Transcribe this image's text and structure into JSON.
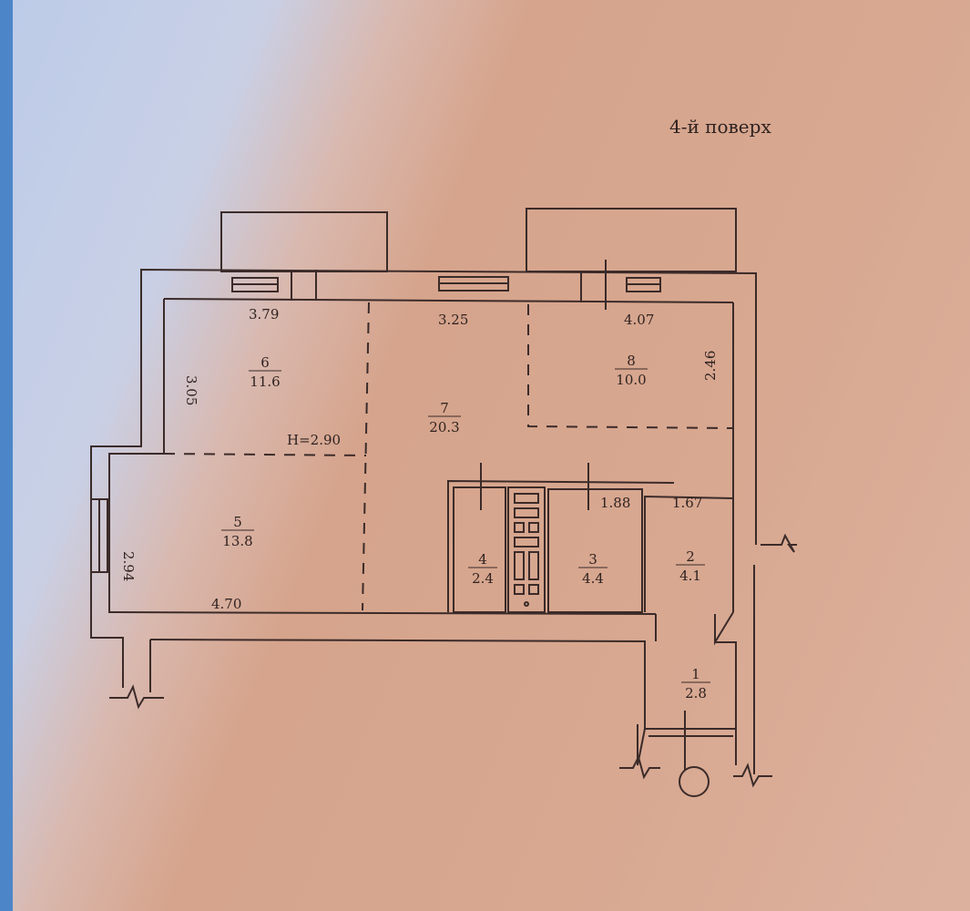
{
  "title": "4-й поверх",
  "ceiling_height": "H=2.90",
  "rooms": [
    {
      "number": "1",
      "area": "2.8"
    },
    {
      "number": "2",
      "area": "4.1"
    },
    {
      "number": "3",
      "area": "4.4"
    },
    {
      "number": "4",
      "area": "2.4"
    },
    {
      "number": "5",
      "area": "13.8"
    },
    {
      "number": "6",
      "area": "11.6"
    },
    {
      "number": "7",
      "area": "20.3"
    },
    {
      "number": "8",
      "area": "10.0"
    }
  ],
  "dimensions": {
    "room6_width": "3.79",
    "room7_width": "3.25",
    "room8_width": "4.07",
    "room6_depth": "3.05",
    "room8_depth": "2.46",
    "room5_depth": "2.94",
    "room5_width": "4.70",
    "room3_width": "1.88",
    "room2_width": "1.67"
  }
}
